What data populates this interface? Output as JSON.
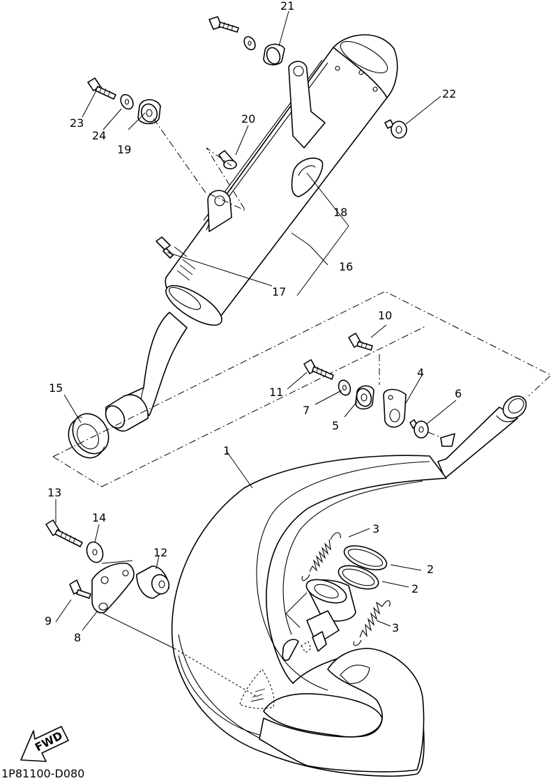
{
  "callouts": {
    "c1": "1",
    "c2a": "2",
    "c2b": "2",
    "c3a": "3",
    "c3b": "3",
    "c4": "4",
    "c5": "5",
    "c6": "6",
    "c7": "7",
    "c8": "8",
    "c9": "9",
    "c10": "10",
    "c11": "11",
    "c12": "12",
    "c13": "13",
    "c14": "14",
    "c15": "15",
    "c16": "16",
    "c17": "17",
    "c18": "18",
    "c19": "19",
    "c20": "20",
    "c21": "21",
    "c22": "22",
    "c23": "23",
    "c24": "24"
  },
  "fwd_label": "FWD",
  "doc_code": "1P81100-D080"
}
